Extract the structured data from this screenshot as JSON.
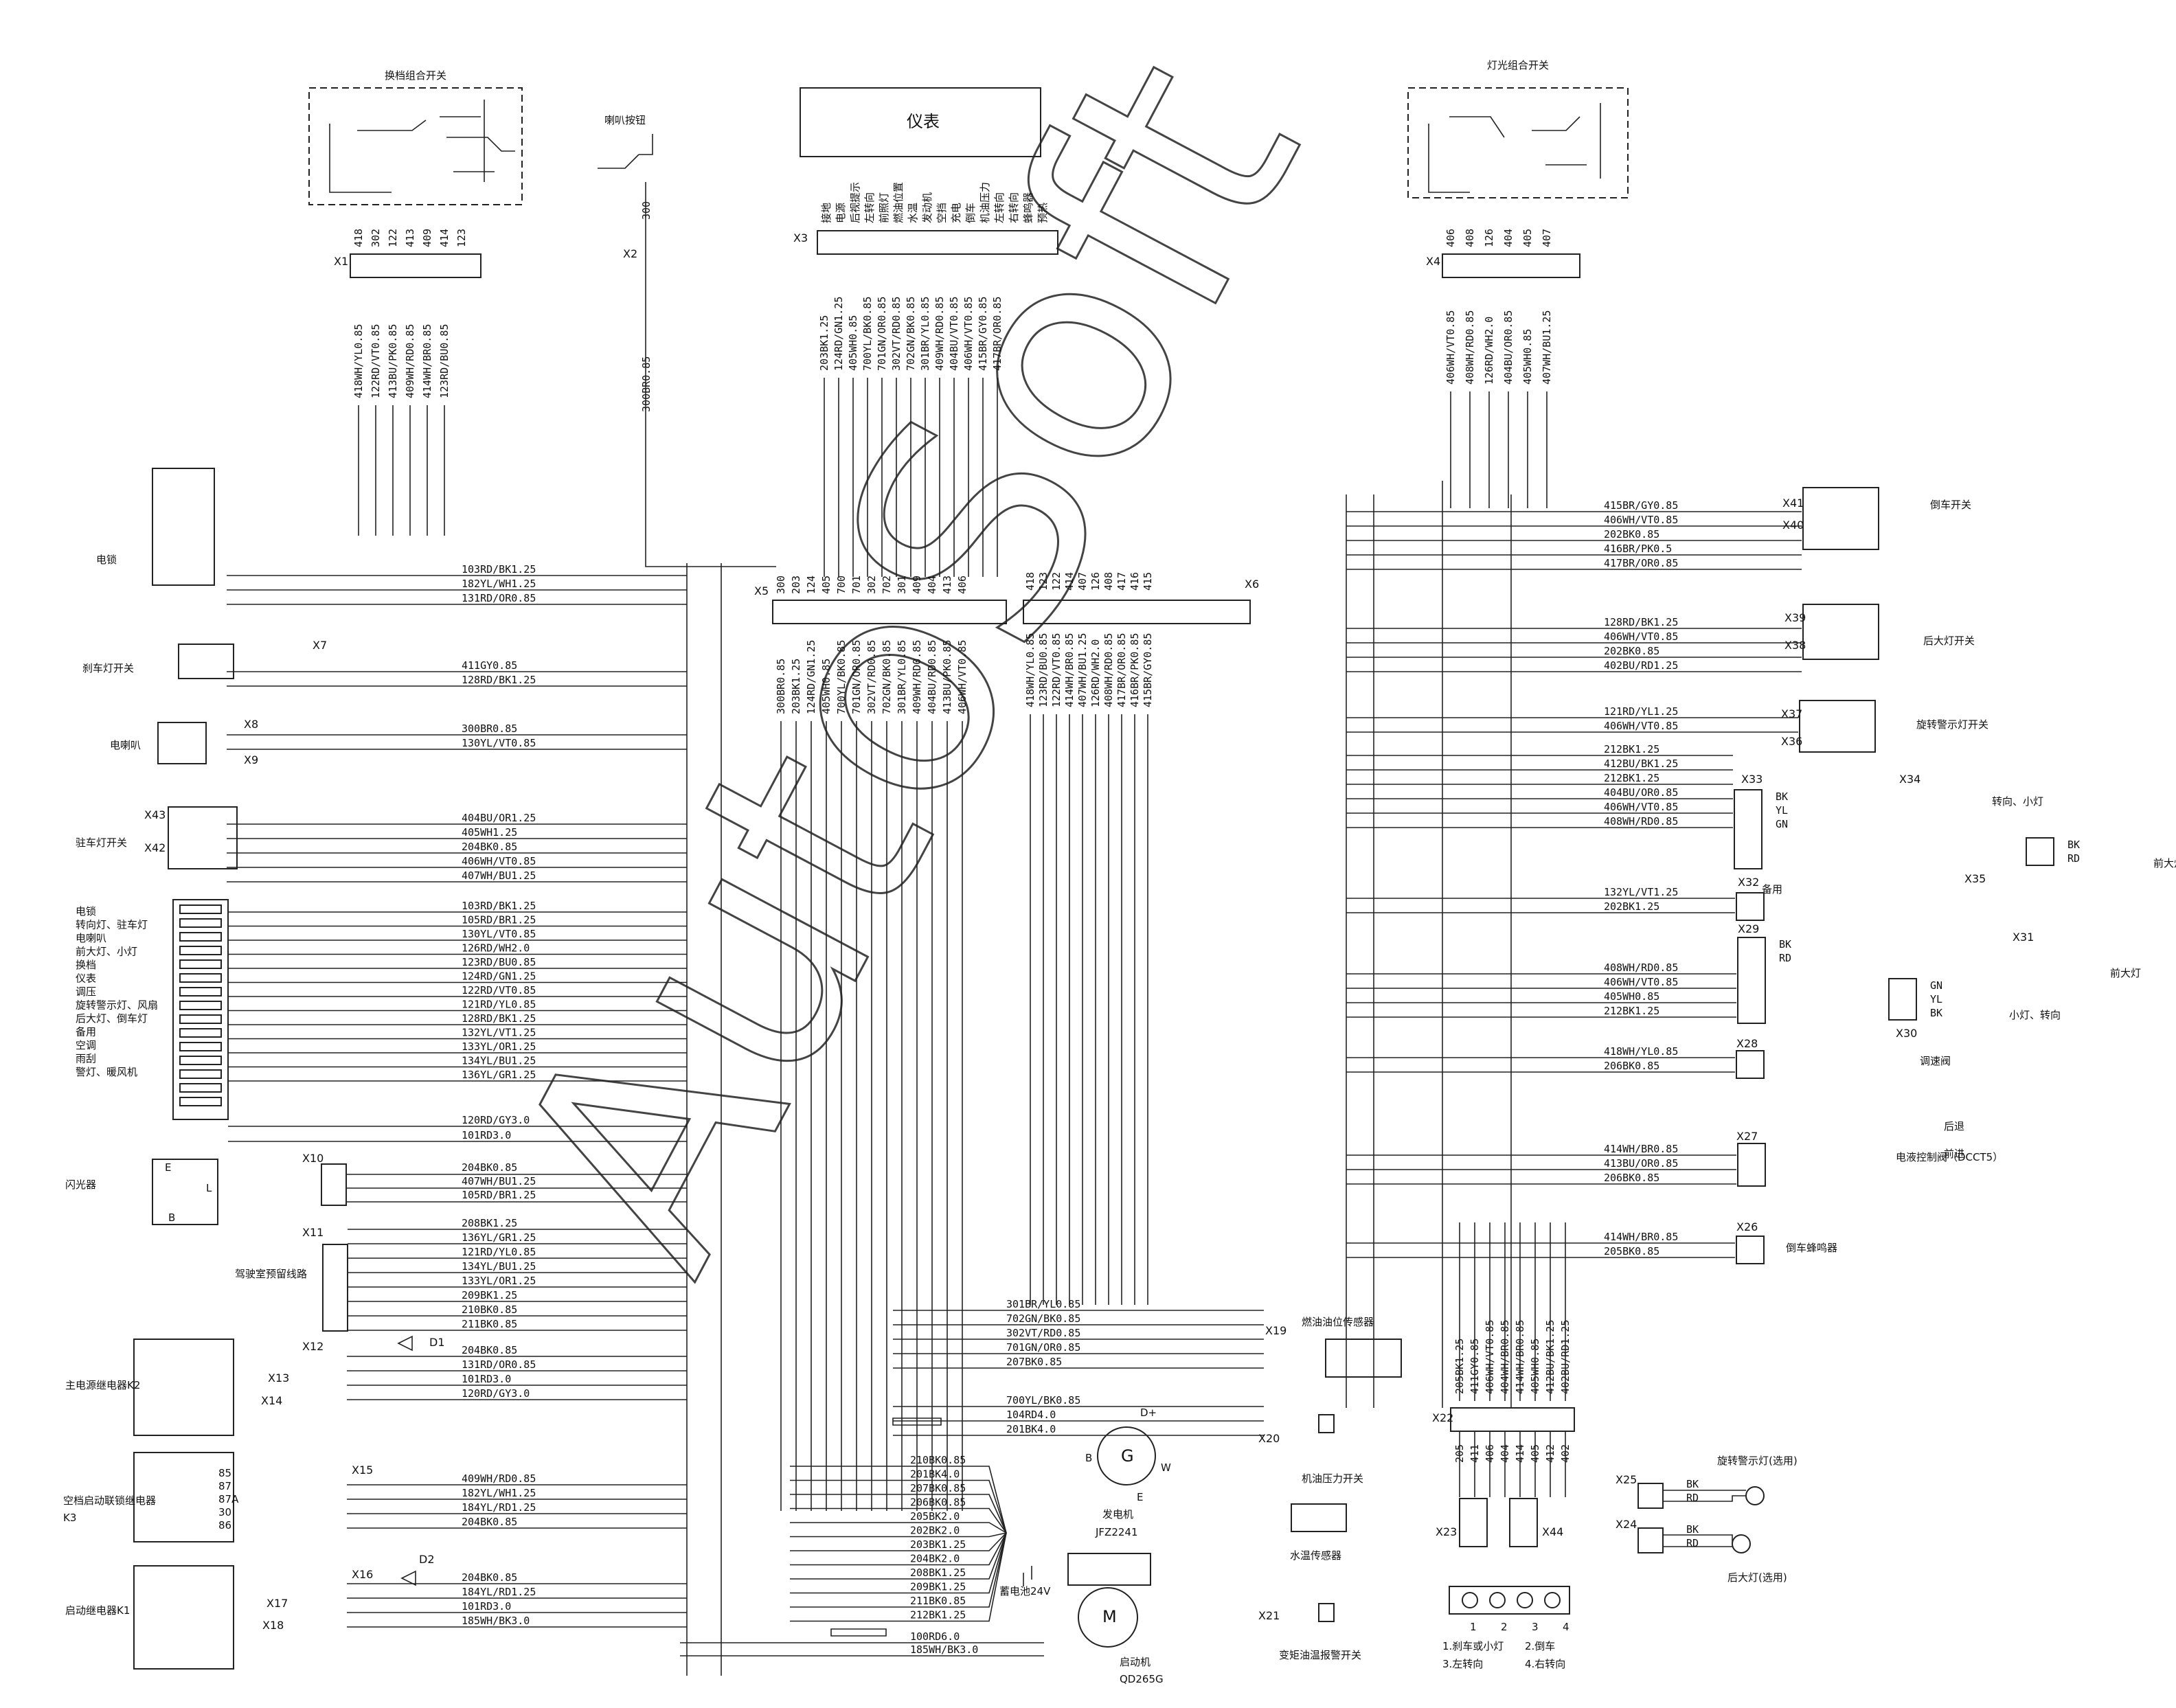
{
  "watermark": "AutoSoft",
  "instrument": {
    "label": "仪表",
    "connector": "X3",
    "pins": [
      "接地",
      "电源",
      "后视提示",
      "左转向",
      "前照灯",
      "燃油位置",
      "水温",
      "发动机",
      "空挡",
      "充电",
      "倒车",
      "机油压力",
      "左转向",
      "右转向",
      "蜂鸣器",
      "预热"
    ]
  },
  "wiper_switch": {
    "label": "换档组合开关",
    "connector": "X1",
    "pins": [
      "418",
      "302",
      "122",
      "413",
      "409",
      "414",
      "123"
    ],
    "wires": [
      "418WH/YL0.85",
      "122RD/VT0.85",
      "413BU/PK0.85",
      "409WH/RD0.85",
      "414WH/BR0.85",
      "123RD/BU0.85"
    ]
  },
  "horn_button": {
    "label": "喇叭按钮",
    "connector": "X2",
    "pin": "300",
    "wire": "300BR0.85"
  },
  "light_switch": {
    "label": "灯光组合开关",
    "connector": "X4",
    "pins": [
      "406",
      "408",
      "126",
      "404",
      "405",
      "407"
    ],
    "wires": [
      "406WH/VT0.85",
      "408WH/RD0.85",
      "126RD/WH2.0",
      "404BU/OR0.85",
      "405WH0.85",
      "407WH/BU1.25"
    ]
  },
  "x3_wires": [
    "203BK1.25",
    "124RD/GN1.25",
    "405WH0.85",
    "700YL/BK0.85",
    "701GN/OR0.85",
    "302VT/RD0.85",
    "702GN/BK0.85",
    "301BR/YL0.85",
    "409WH/RD0.85",
    "404BU/VT0.85",
    "406WH/VT0.85",
    "415BR/GY0.85",
    "417BR/OR0.85"
  ],
  "x5": {
    "connector": "X5",
    "pins": [
      "300",
      "203",
      "124",
      "405",
      "700",
      "701",
      "302",
      "702",
      "301",
      "409",
      "404",
      "413",
      "406"
    ],
    "wires": [
      "300BR0.85",
      "203BK1.25",
      "124RD/GN1.25",
      "405WH0.85",
      "700YL/BK0.85",
      "701GN/OR0.85",
      "302VT/RD0.85",
      "702GN/BK0.85",
      "301BR/YL0.85",
      "409WH/RD0.85",
      "404BU/RD0.85",
      "413BU/PK0.85",
      "406WH/VT0.85"
    ]
  },
  "x6": {
    "connector": "X6",
    "pins": [
      "418",
      "123",
      "122",
      "414",
      "407",
      "126",
      "408",
      "417",
      "416",
      "415"
    ],
    "wires": [
      "418WH/YL0.85",
      "123RD/BU0.85",
      "122RD/VT0.85",
      "414WH/BR0.85",
      "407WH/BU1.25",
      "126RD/WH2.0",
      "408WH/RD0.85",
      "417BR/OR0.85",
      "416BR/PK0.85",
      "415BR/GY0.85"
    ]
  },
  "left_components": [
    {
      "label": "电锁",
      "wires": [
        "103RD/BK1.25",
        "182YL/WH1.25",
        "131RD/OR0.85"
      ]
    },
    {
      "label": "刹车灯开关",
      "connector": "X7",
      "wires": [
        "411GY0.85",
        "128RD/BK1.25"
      ]
    },
    {
      "label": "电喇叭",
      "connector": "X8",
      "connector2": "X9",
      "wires": [
        "300BR0.85",
        "130YL/VT0.85"
      ]
    },
    {
      "label": "驻车灯开关",
      "connector": "X43",
      "connector2": "X42",
      "wires": [
        "404BU/OR1.25",
        "405WH1.25",
        "204BK0.85",
        "406WH/VT0.85",
        "407WH/BU1.25"
      ]
    }
  ],
  "fuse_box": {
    "labels": [
      "电锁",
      "转向灯、驻车灯",
      "电喇叭",
      "前大灯、小灯",
      "换档",
      "仪表",
      "调压",
      "旋转警示灯、风扇",
      "后大灯、倒车灯",
      "备用",
      "空调",
      "雨刮",
      "警灯、暖风机"
    ],
    "wires": [
      "103RD/BK1.25",
      "105RD/BR1.25",
      "130YL/VT0.85",
      "126RD/WH2.0",
      "123RD/BU0.85",
      "124RD/GN1.25",
      "122RD/VT0.85",
      "121RD/YL0.85",
      "128RD/BK1.25",
      "132YL/VT1.25",
      "133YL/OR1.25",
      "134YL/BU1.25",
      "136YL/GR1.25",
      "120RD/GY3.0",
      "101RD3.0"
    ]
  },
  "flasher": {
    "label": "闪光器",
    "connector": "X10",
    "pins": [
      "E",
      "L",
      "B"
    ],
    "wires": [
      "204BK0.85",
      "407WH/BU1.25",
      "105RD/BR1.25"
    ]
  },
  "cab_reserve": {
    "label": "驾驶室预留线路",
    "connector": "X11",
    "wires": [
      "208BK1.25",
      "136YL/GR1.25",
      "121RD/YL0.85",
      "134YL/BU1.25",
      "133YL/OR1.25",
      "209BK1.25",
      "210BK0.85",
      "211BK0.85"
    ]
  },
  "main_relay": {
    "label": "主电源继电器K2",
    "connector": "X12",
    "c2": "X13",
    "c3": "X14",
    "diode": "D1",
    "wires": [
      "204BK0.85",
      "131RD/OR0.85",
      "101RD3.0",
      "120RD/GY3.0"
    ]
  },
  "ac_relay": {
    "label": "空档启动联锁继电器",
    "sub": "K3",
    "connector": "X15",
    "pins": [
      "85",
      "87",
      "87A",
      "30",
      "86"
    ],
    "wires": [
      "409WH/RD0.85",
      "182YL/WH1.25",
      "184YL/RD1.25",
      "204BK0.85"
    ]
  },
  "start_relay": {
    "label": "启动继电器K1",
    "connector": "X16",
    "c2": "X17",
    "c3": "X18",
    "diode": "D2",
    "wires": [
      "204BK0.85",
      "184YL/RD1.25",
      "101RD3.0",
      "185WH/BK3.0"
    ]
  },
  "center_bottom": {
    "wires": [
      "301BR/YL0.85",
      "702GN/BK0.85",
      "302VT/RD0.85",
      "701GN/OR0.85",
      "207BK0.85",
      "700YL/BK0.85",
      "104RD4.0",
      "201BK4.0"
    ],
    "ground_wires": [
      "210BK0.85",
      "201BK4.0",
      "207BK0.85",
      "206BK0.85",
      "205BK2.0",
      "202BK2.0",
      "203BK1.25",
      "204BK2.0",
      "208BK1.25",
      "209BK1.25",
      "211BK0.85",
      "212BK1.25"
    ],
    "battery_wires": [
      "100RD6.0",
      "185WH/BK3.0"
    ],
    "fuel_sensor": {
      "label": "燃油油位传感器",
      "connector": "X19"
    },
    "oil_switch": {
      "label": "机油压力开关",
      "connector": "X20"
    },
    "water_sensor": {
      "label": "水温传感器"
    },
    "trans_switch": {
      "label": "变矩油温报警开关",
      "connector": "X21"
    },
    "generator": {
      "label": "发电机",
      "model": "JFZ2241",
      "terminals": [
        "D+",
        "B",
        "G",
        "W",
        "E"
      ]
    },
    "battery": {
      "label": "蓄电池24V"
    },
    "starter": {
      "label": "启动机",
      "model": "QD265G",
      "symbol": "M"
    }
  },
  "right_components": [
    {
      "label": "倒车开关",
      "connector": "X41",
      "connector2": "X40",
      "wires": [
        "415BR/GY0.85",
        "406WH/VT0.85",
        "202BK0.85",
        "416BR/PK0.5",
        "417BR/OR0.85"
      ]
    },
    {
      "label": "后大灯开关",
      "connector": "X39",
      "connector2": "X38",
      "wires": [
        "128RD/BK1.25",
        "406WH/VT0.85",
        "202BK0.85",
        "402BU/RD1.25"
      ]
    },
    {
      "label": "旋转警示灯开关",
      "connector": "X37",
      "connector2": "X36",
      "wires": [
        "121RD/YL1.25",
        "406WH/VT0.85"
      ]
    },
    {
      "label": "转向、小灯",
      "connector": "X33",
      "connector2": "X34",
      "wires": [
        "212BK1.25",
        "412BU/BK1.25",
        "212BK1.25",
        "404BU/OR0.85",
        "406WH/VT0.85",
        "408WH/RD0.85"
      ],
      "colors": [
        "BK",
        "YL",
        "GN"
      ]
    },
    {
      "label": "前大灯",
      "connector": "X35",
      "colors": [
        "BK",
        "RD"
      ]
    },
    {
      "label": "备用",
      "connector": "X32",
      "wires": [
        "132YL/VT1.25",
        "202BK1.25"
      ]
    },
    {
      "label": "前大灯",
      "connector": "X31",
      "connector2": "X29",
      "wires": [
        "408WH/RD0.85",
        "406WH/VT0.85",
        "405WH0.85",
        "212BK1.25"
      ],
      "colors": [
        "BK",
        "RD"
      ]
    },
    {
      "label": "小灯、转向",
      "connector": "X30",
      "colors": [
        "GN",
        "YL",
        "BK"
      ]
    },
    {
      "label": "调速阀",
      "connector": "X28",
      "wires": [
        "418WH/YL0.85",
        "206BK0.85"
      ]
    },
    {
      "label": "电液控制阀（DCCT5）",
      "connector": "X27",
      "sub": [
        "后退",
        "前进"
      ],
      "wires": [
        "414WH/BR0.85",
        "413BU/OR0.85",
        "206BK0.85"
      ]
    },
    {
      "label": "倒车蜂鸣器",
      "connector": "X26",
      "wires": [
        "414WH/BR0.85",
        "205BK0.85"
      ]
    }
  ],
  "x22": {
    "connector": "X22",
    "pins": [
      "205",
      "411",
      "406",
      "404",
      "414",
      "405",
      "412",
      "402"
    ],
    "wires": [
      "205BK1.25",
      "411GY0.85",
      "406WH/VT0.85",
      "404WH/BR0.85",
      "414WH/BR0.85",
      "405WH0.85",
      "412BU/BK1.25",
      "402BU/RD1.25"
    ]
  },
  "bottom_right": {
    "x23": "X23",
    "x44": "X44",
    "rotary_lamp": {
      "label": "旋转警示灯(选用)",
      "connector": "X25",
      "colors": [
        "BK",
        "RD"
      ]
    },
    "rear_lamp": {
      "label": "后大灯(选用)",
      "connector": "X24",
      "colors": [
        "BK",
        "RD"
      ]
    },
    "legend": [
      "1.刹车或小灯",
      "2.倒车",
      "3.左转向",
      "4.右转向"
    ],
    "lamp_numbers": [
      "1",
      "2",
      "3",
      "4"
    ]
  }
}
